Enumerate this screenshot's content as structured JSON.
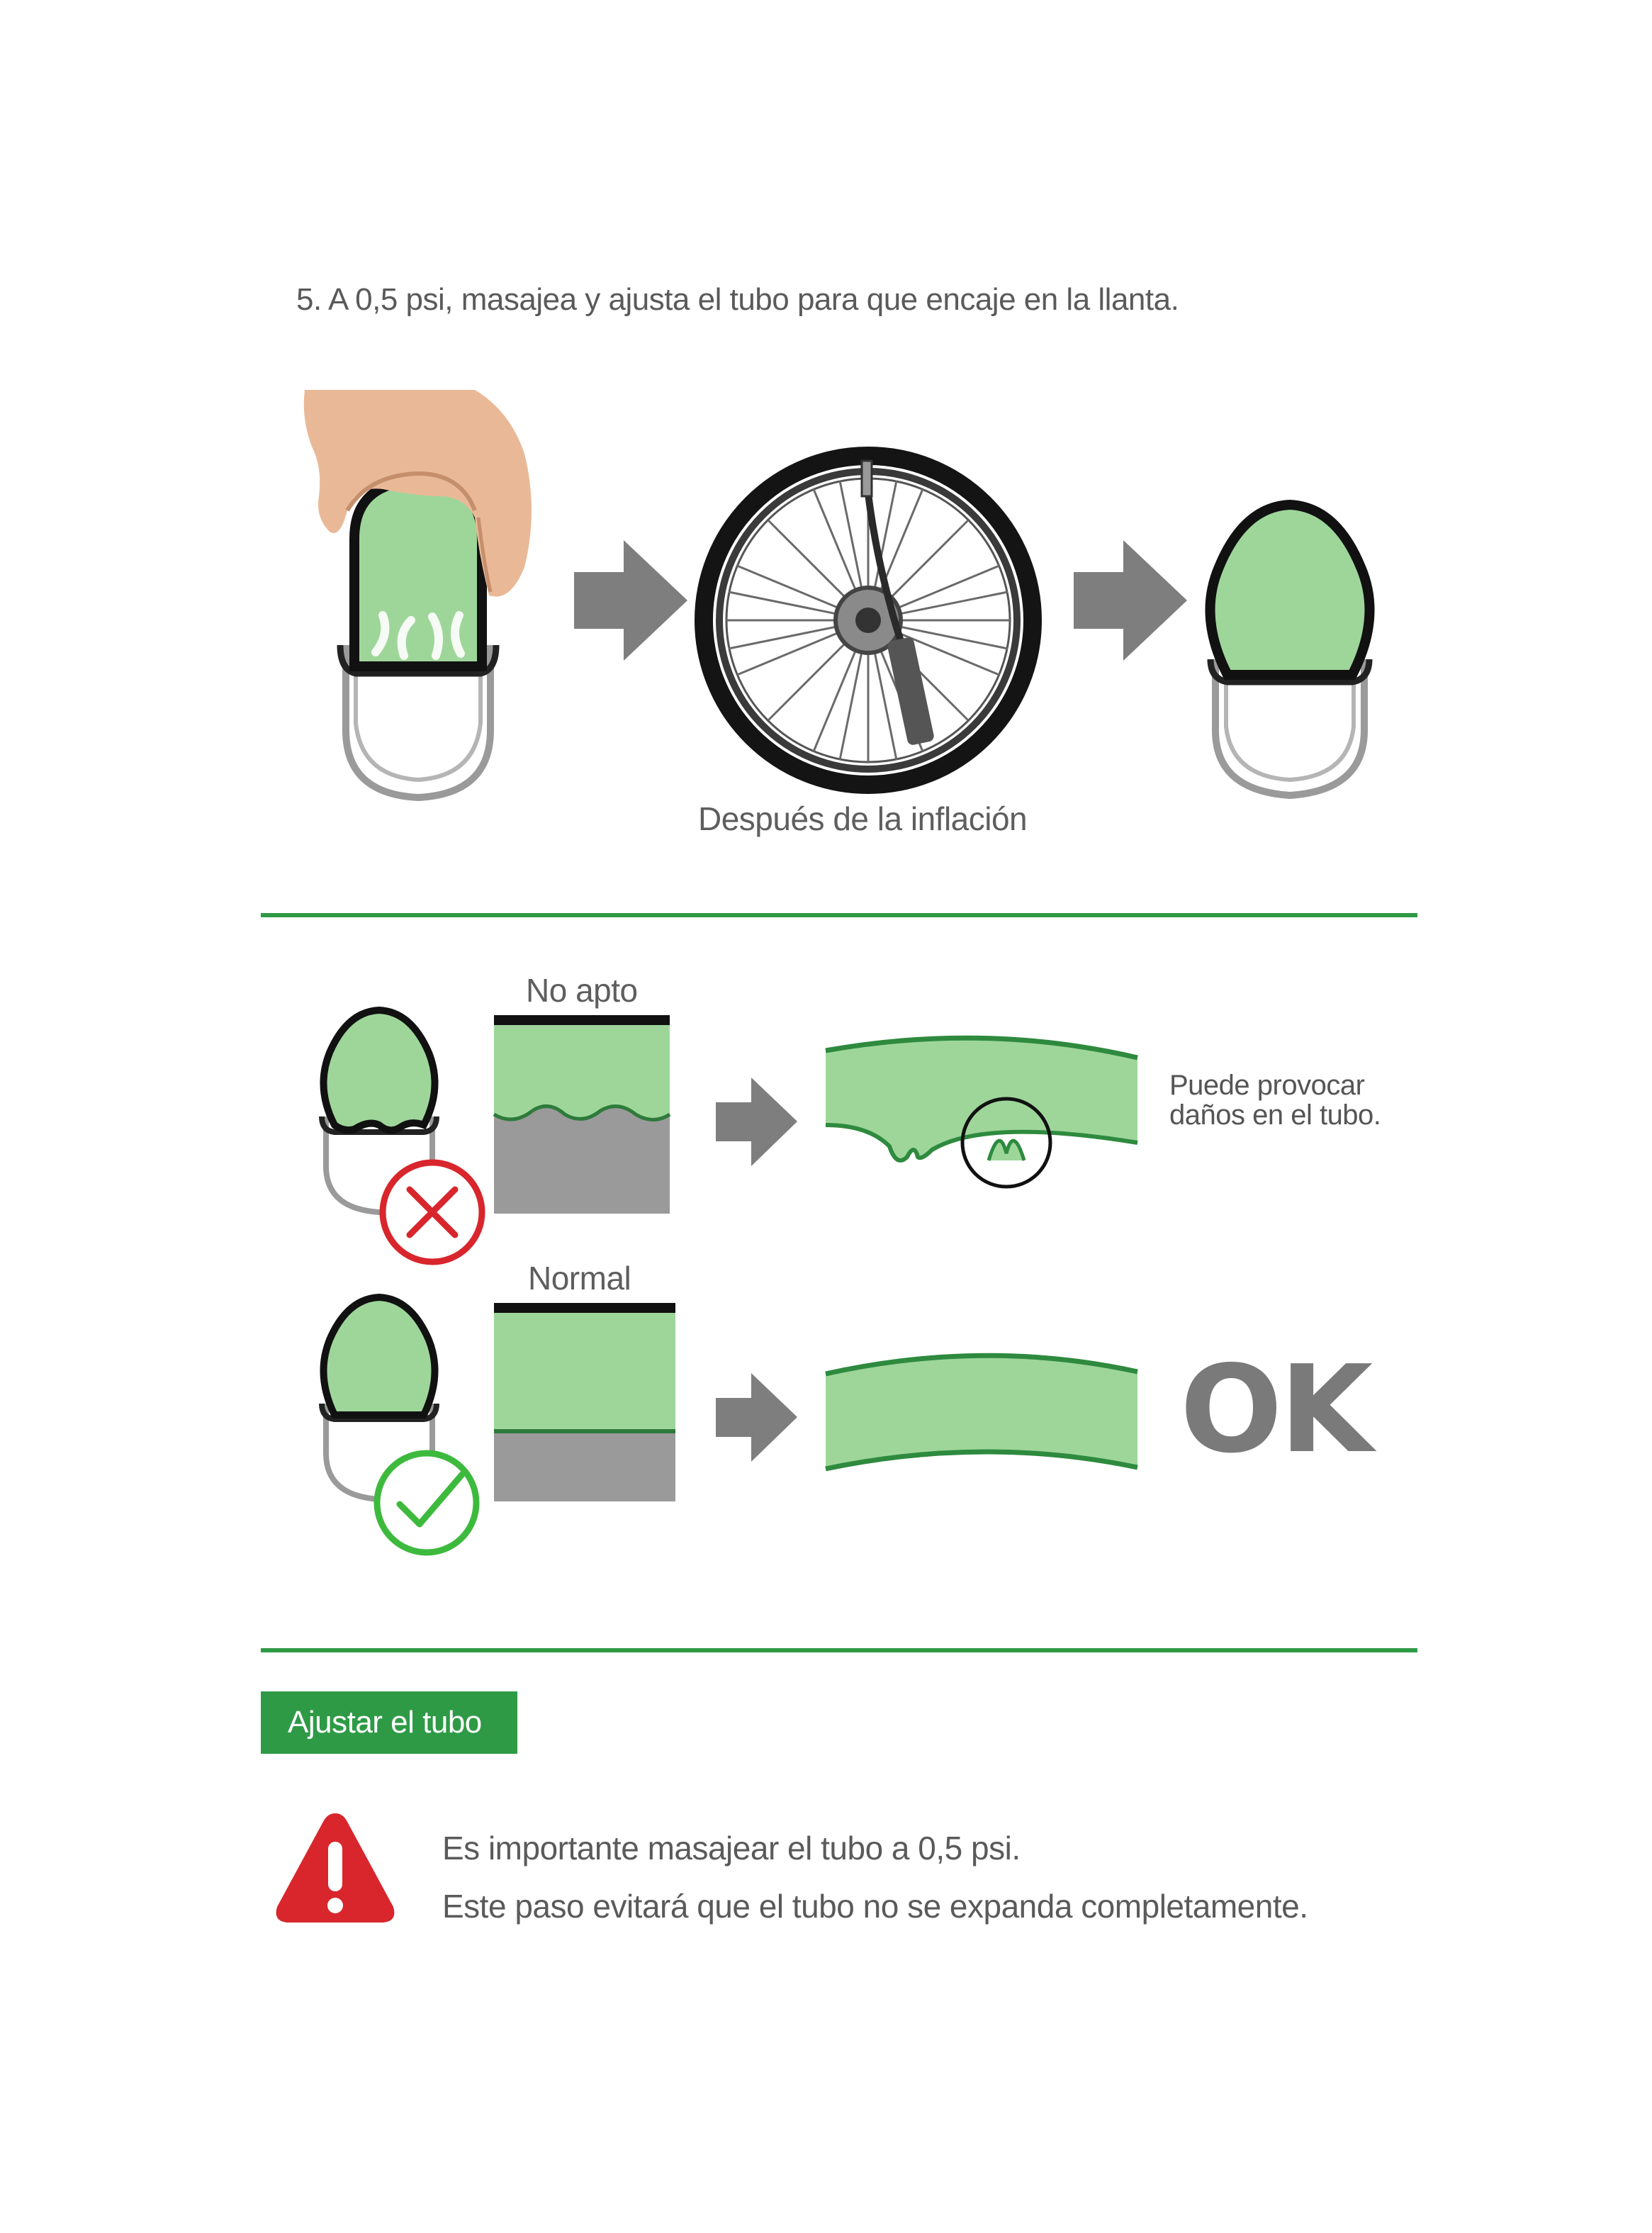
{
  "step": {
    "title": "5. A 0,5 psi, masajea y ajusta el tubo para que encaje en la llanta."
  },
  "inflation": {
    "caption": "Después de la inflación"
  },
  "comparison": {
    "bad": {
      "label": "No apto",
      "note_line1": "Puede provocar",
      "note_line2": "daños en el tubo."
    },
    "good": {
      "label": "Normal",
      "result": "OK"
    }
  },
  "adjust": {
    "badge": "Ajustar el tubo",
    "line1": "Es importante masajear el tubo a 0,5 psi.",
    "line2": "Este paso evitará que el tubo no se expanda completamente."
  },
  "colors": {
    "green": "#2e9a46",
    "tube_green": "#9ed69a",
    "grey": "#8e8e8e",
    "red": "#d8262c"
  },
  "icons": [
    "hand-icon",
    "arrow-right-icon",
    "wheel-icon",
    "pump-icon",
    "cross-icon",
    "check-icon",
    "warning-icon"
  ]
}
